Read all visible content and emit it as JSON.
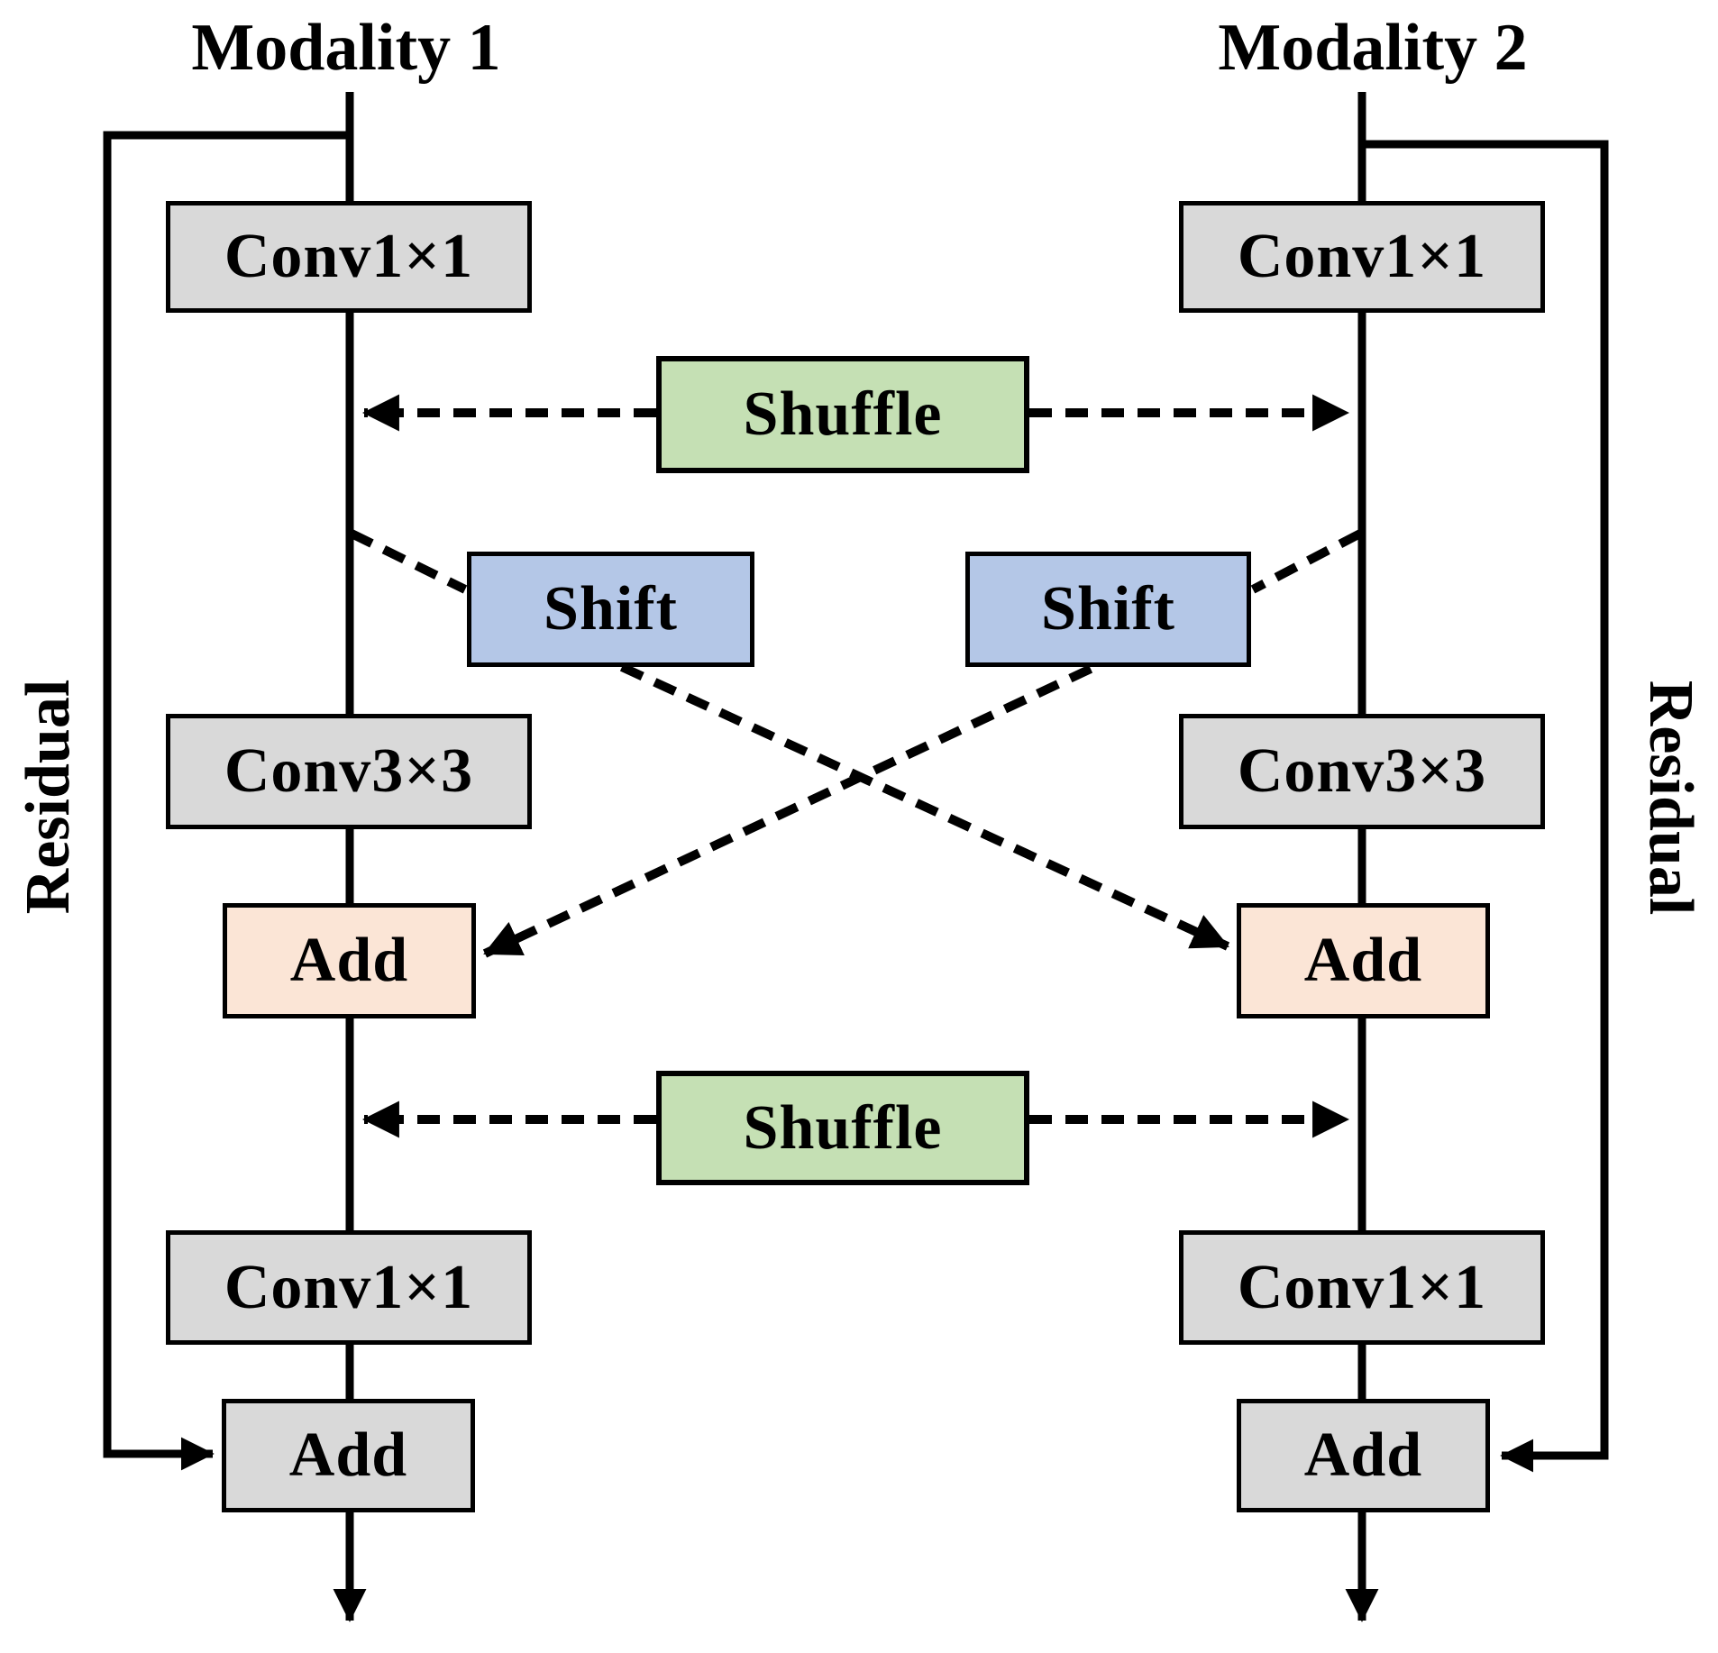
{
  "diagram": {
    "modality1_title": "Modality 1",
    "modality2_title": "Modality 2",
    "residual_left_label": "Residual",
    "residual_right_label": "Residual",
    "shuffle_top_label": "Shuffle",
    "shuffle_bottom_label": "Shuffle",
    "left_branch": {
      "conv1_top": "Conv1×1",
      "shift": "Shift",
      "conv3": "Conv3×3",
      "add_cross": "Add",
      "conv1_bottom": "Conv1×1",
      "add_residual": "Add"
    },
    "right_branch": {
      "conv1_top": "Conv1×1",
      "shift": "Shift",
      "conv3": "Conv3×3",
      "add_cross": "Add",
      "conv1_bottom": "Conv1×1",
      "add_residual": "Add"
    },
    "colors": {
      "conv_box": "#d9d9d9",
      "shuffle_box": "#c5e0b4",
      "shift_box": "#b4c7e7",
      "add_cross_box": "#fbe5d6",
      "line": "#000000"
    }
  }
}
